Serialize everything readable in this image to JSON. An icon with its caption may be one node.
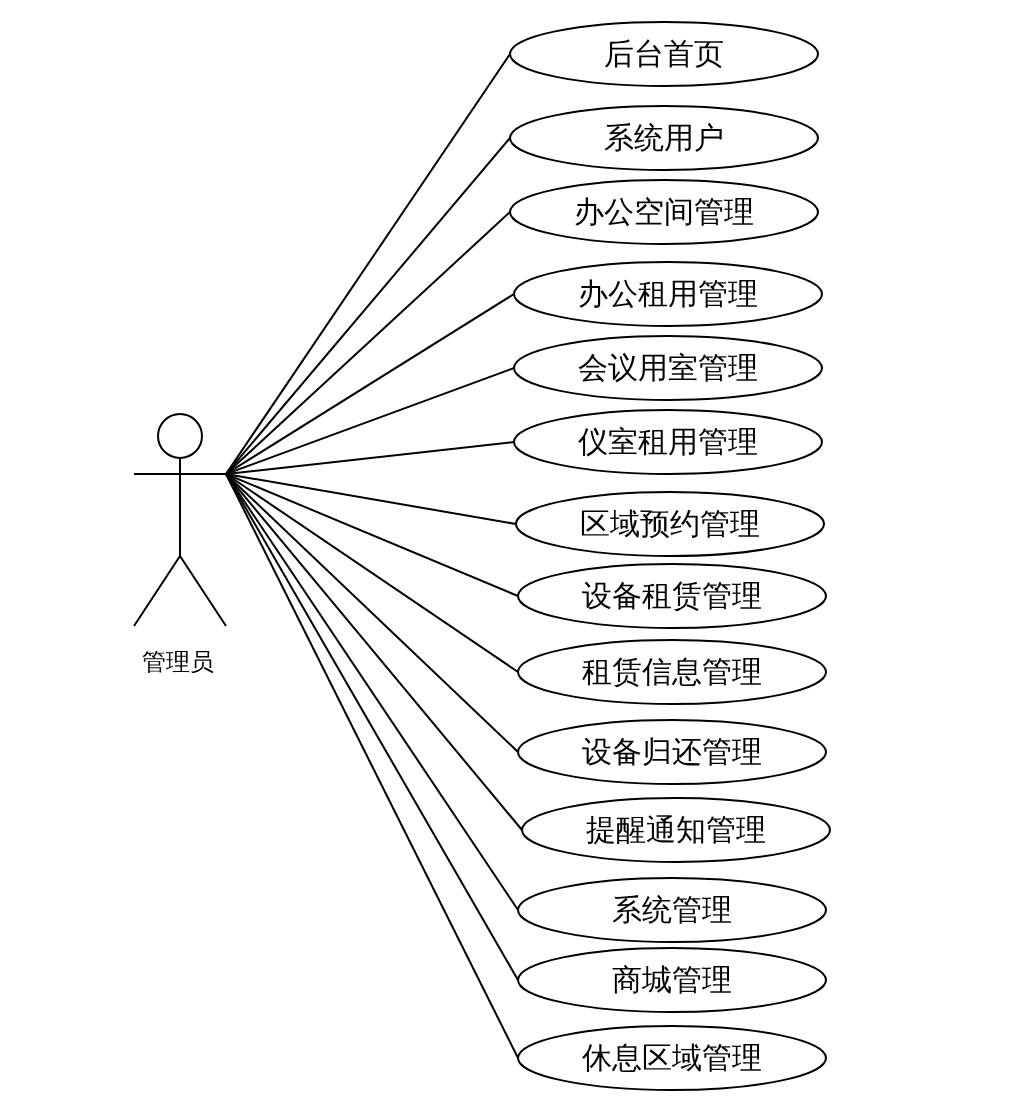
{
  "diagram": {
    "nodes": [
      {
        "text": [
          "管理员"
        ]
      },
      {
        "text": [
          "后台首页"
        ]
      },
      {
        "text": [
          "系统用户"
        ]
      },
      {
        "text": [
          "办公空间管理"
        ]
      },
      {
        "text": [
          "办公租用管理"
        ]
      },
      {
        "text": [
          "会议用室管理"
        ]
      },
      {
        "text": [
          "仪室租用管理"
        ]
      },
      {
        "text": [
          "区域预约管理"
        ]
      },
      {
        "text": [
          "设备租赁管理"
        ]
      },
      {
        "text": [
          "租赁信息管理"
        ]
      },
      {
        "text": [
          "设备归还管理"
        ]
      },
      {
        "text": [
          "提醒通知管理"
        ]
      },
      {
        "text": [
          "系统管理"
        ]
      },
      {
        "text": [
          "商城管理"
        ]
      },
      {
        "text": [
          "休息区域管理"
        ]
      }
    ],
    "edges": [
      {
        "from": 0,
        "to": 1,
        "arrow": "none"
      },
      {
        "from": 0,
        "to": 2,
        "arrow": "none"
      },
      {
        "from": 0,
        "to": 3,
        "arrow": "none"
      },
      {
        "from": 0,
        "to": 4,
        "arrow": "none"
      },
      {
        "from": 0,
        "to": 5,
        "arrow": "none"
      },
      {
        "from": 0,
        "to": 6,
        "arrow": "none"
      },
      {
        "from": 0,
        "to": 7,
        "arrow": "none"
      },
      {
        "from": 0,
        "to": 8,
        "arrow": "none"
      },
      {
        "from": 0,
        "to": 9,
        "arrow": "none"
      },
      {
        "from": 0,
        "to": 10,
        "arrow": "none"
      },
      {
        "from": 0,
        "to": 11,
        "arrow": "none"
      },
      {
        "from": 0,
        "to": 12,
        "arrow": "none"
      },
      {
        "from": 0,
        "to": 13,
        "arrow": "none"
      },
      {
        "from": 0,
        "to": 14,
        "arrow": "none"
      }
    ]
  }
}
